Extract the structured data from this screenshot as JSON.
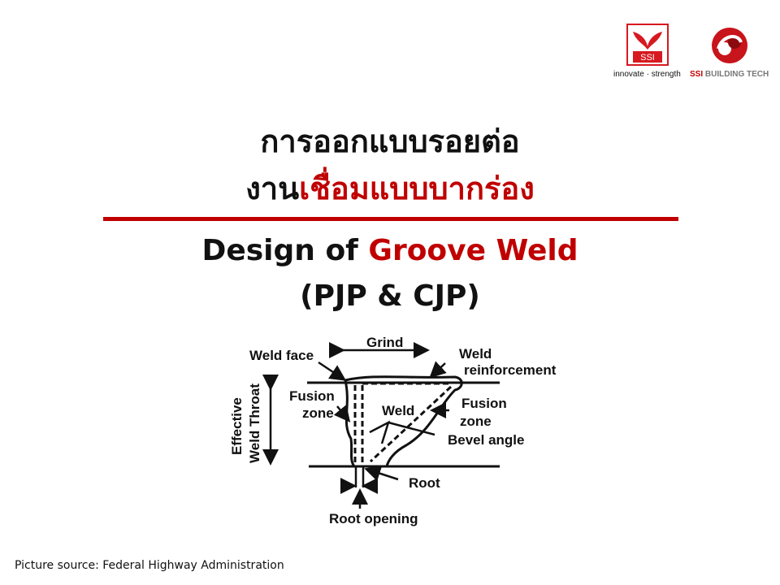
{
  "logos": {
    "ssi_mark": "SSI",
    "ssi_tagline": "innovate · strength",
    "ssi_building_tech_prefix": "SSI",
    "ssi_building_tech_suffix": " BUILDING TECH",
    "brand_red": "#d71920"
  },
  "title": {
    "thai_line1": "การออกแบบรอยต่อ",
    "thai_line2_black": "งาน",
    "thai_line2_red": "เชื่อมแบบบากร่อง",
    "eng_line1_black": "Design of ",
    "eng_line1_red": "Groove Weld",
    "eng_line2": "(PJP & CJP)",
    "accent_color": "#c00000"
  },
  "diagram": {
    "grind": "Grind",
    "weld_face": "Weld face",
    "weld_reinforcement_1": "Weld",
    "weld_reinforcement_2": "reinforcement",
    "effective_1": "Effective",
    "effective_2": "Weld Throat",
    "fusion_left_1": "Fusion",
    "fusion_left_2": "zone",
    "weld": "Weld",
    "fusion_right_1": "Fusion",
    "fusion_right_2": "zone",
    "bevel_angle": "Bevel angle",
    "root": "Root",
    "root_opening": "Root opening"
  },
  "footer": {
    "source": "Picture source: Federal Highway Administration"
  }
}
